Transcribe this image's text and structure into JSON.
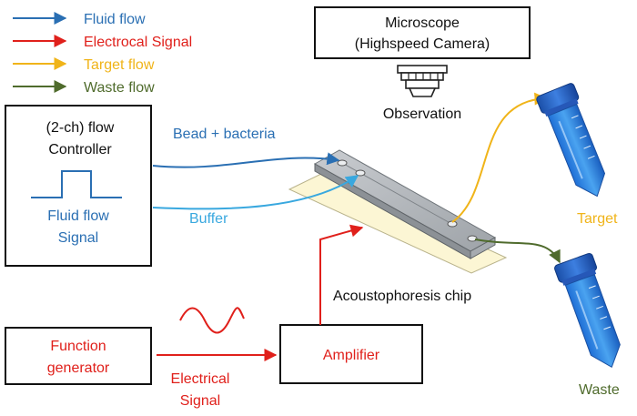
{
  "legend": {
    "items": [
      {
        "label": "Fluid flow",
        "color": "#2a6fb3"
      },
      {
        "label": "Electrocal Signal",
        "color": "#e0201b"
      },
      {
        "label": "Target flow",
        "color": "#f0b419"
      },
      {
        "label": "Waste flow",
        "color": "#4f6b2c"
      }
    ]
  },
  "microscope": {
    "line1": "Microscope",
    "line2": "(Highspeed Camera)",
    "observation": "Observation",
    "icon": "objective-lens-icon"
  },
  "controller": {
    "line1": "(2-ch) flow",
    "line2": "Controller",
    "signal_line1": "Fluid flow",
    "signal_line2": "Signal"
  },
  "flows": {
    "bead_bacteria": "Bead + bacteria",
    "buffer": "Buffer"
  },
  "chip": {
    "label": "Acoustophoresis chip"
  },
  "function_generator": {
    "line1": "Function",
    "line2": "generator"
  },
  "electrical_signal": {
    "line1": "Electrical",
    "line2": "Signal"
  },
  "amplifier": {
    "label": "Amplifier"
  },
  "outlets": {
    "target": "Target",
    "waste": "Waste",
    "tube_icon": "centrifuge-tube-icon"
  },
  "colors": {
    "fluid": "#2a6fb3",
    "buffer": "#39a8df",
    "electrical": "#e0201b",
    "target": "#f0b419",
    "waste": "#4f6b2c"
  }
}
